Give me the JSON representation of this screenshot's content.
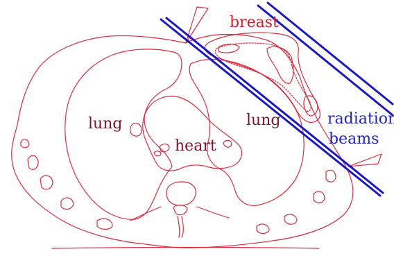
{
  "labels": {
    "breast": "breast",
    "lung_left": "lung",
    "lung_right": "lung",
    "heart": "heart",
    "radiation": "radiation",
    "beams": "beams"
  },
  "colors": {
    "anatomy": "#e0283c",
    "anatomy_label": "#7a1428",
    "breast_label": "#d81c2c",
    "beam": "#1818c8",
    "beam_label": "#2020d0"
  }
}
